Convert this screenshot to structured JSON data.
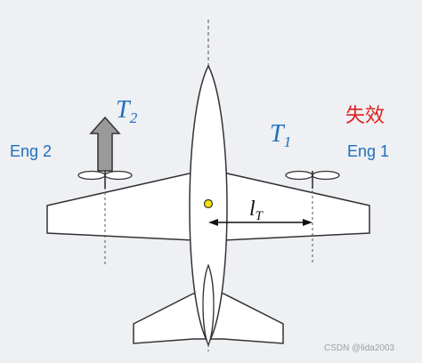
{
  "labels": {
    "thrust_2": {
      "base": "T",
      "sub": "2"
    },
    "thrust_1": {
      "base": "T",
      "sub": "1"
    },
    "engine_2": "Eng 2",
    "engine_1": "Eng 1",
    "failure": "失效",
    "moment_arm": {
      "base": "l",
      "sub": "T"
    }
  },
  "watermark": "CSDN @lida2003",
  "colors": {
    "background": "#eef0f3",
    "outline": "#333333",
    "label_blue": "#1f6fbf",
    "failure_red": "#e02020",
    "arrow_gray": "#9a9a9a",
    "cg_marker": "#f2e600"
  },
  "icons": {
    "thrust_arrow": "up-arrow-icon",
    "propeller": "propeller-icon",
    "center_of_gravity": "cg-dot-icon"
  }
}
